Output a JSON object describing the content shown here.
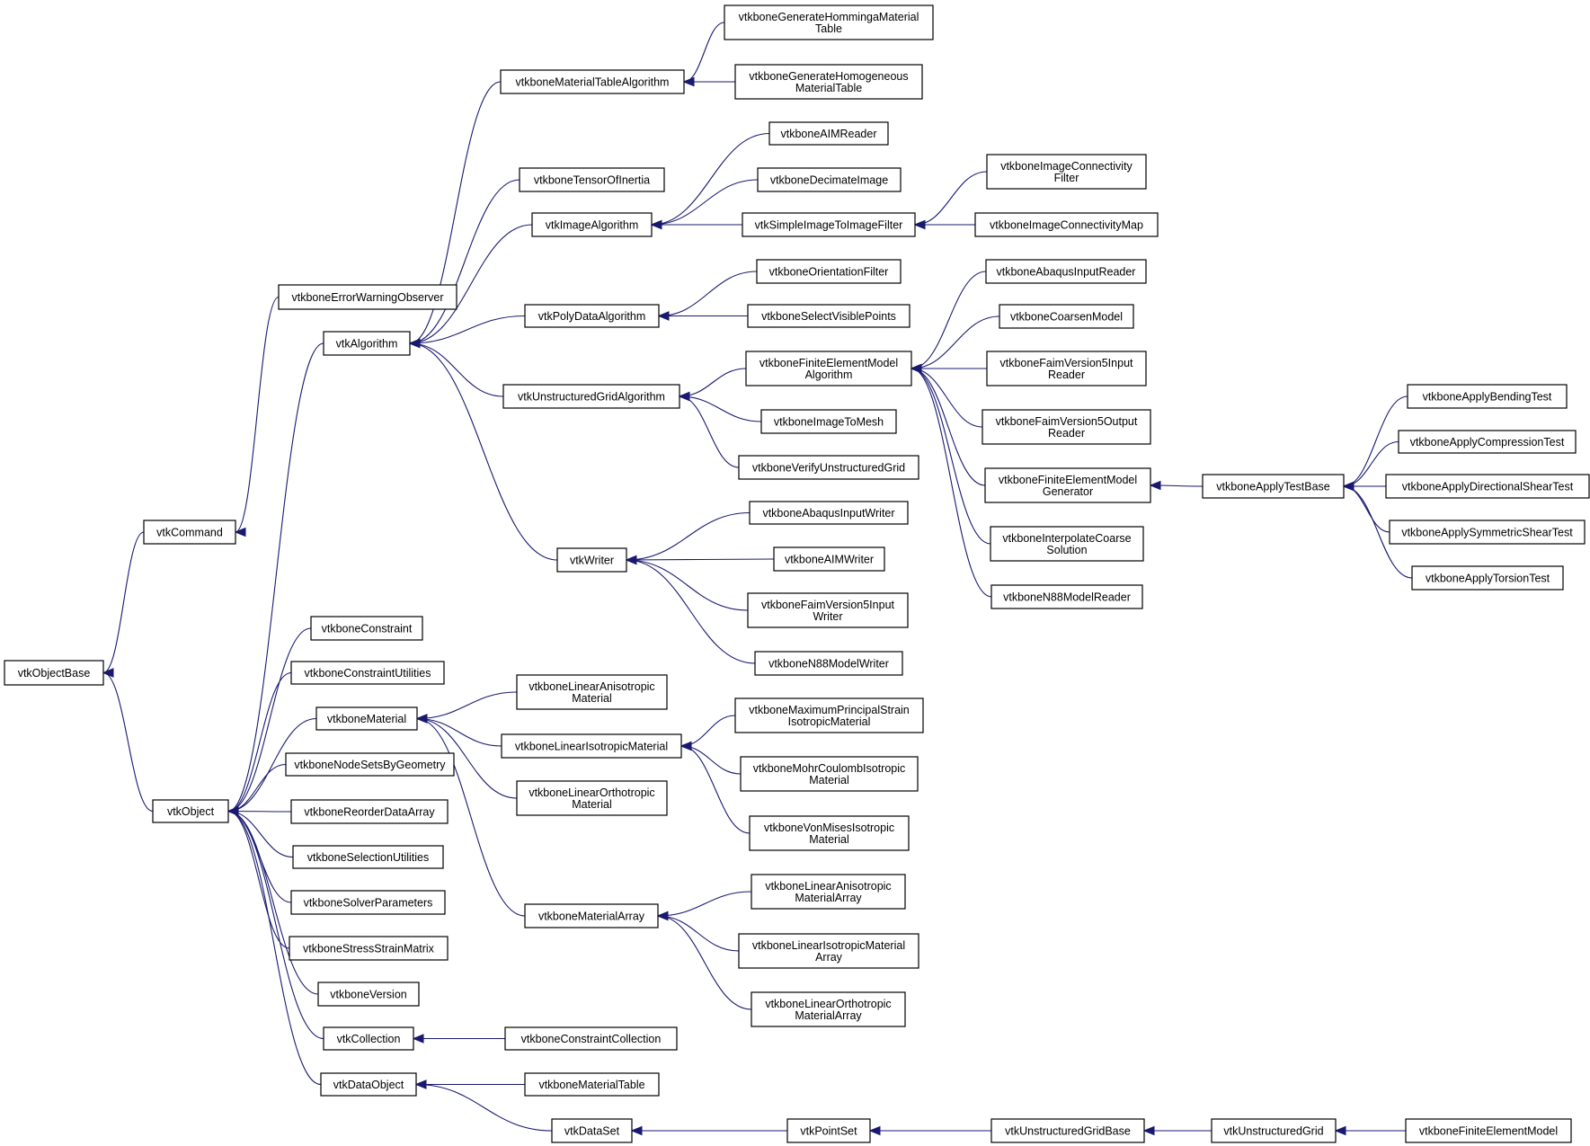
{
  "diagram": {
    "type": "class-inheritance-graph",
    "colors": {
      "edge": "#191970",
      "box_border": "#000000",
      "box_fill": "#ffffff",
      "text": "#000000",
      "background": "#ffffff"
    },
    "nodes": [
      {
        "id": "vtkObjectBase",
        "lines": [
          "vtkObjectBase"
        ]
      },
      {
        "id": "vtkCommand",
        "lines": [
          "vtkCommand"
        ]
      },
      {
        "id": "vtkObject",
        "lines": [
          "vtkObject"
        ]
      },
      {
        "id": "vtkboneErrorWarningObserver",
        "lines": [
          "vtkboneErrorWarningObserver"
        ]
      },
      {
        "id": "vtkAlgorithm",
        "lines": [
          "vtkAlgorithm"
        ]
      },
      {
        "id": "vtkboneConstraint",
        "lines": [
          "vtkboneConstraint"
        ]
      },
      {
        "id": "vtkboneConstraintUtilities",
        "lines": [
          "vtkboneConstraintUtilities"
        ]
      },
      {
        "id": "vtkboneMaterial",
        "lines": [
          "vtkboneMaterial"
        ]
      },
      {
        "id": "vtkboneNodeSetsByGeometry",
        "lines": [
          "vtkboneNodeSetsByGeometry"
        ]
      },
      {
        "id": "vtkboneReorderDataArray",
        "lines": [
          "vtkboneReorderDataArray"
        ]
      },
      {
        "id": "vtkboneSelectionUtilities",
        "lines": [
          "vtkboneSelectionUtilities"
        ]
      },
      {
        "id": "vtkboneSolverParameters",
        "lines": [
          "vtkboneSolverParameters"
        ]
      },
      {
        "id": "vtkboneStressStrainMatrix",
        "lines": [
          "vtkboneStressStrainMatrix"
        ]
      },
      {
        "id": "vtkboneVersion",
        "lines": [
          "vtkboneVersion"
        ]
      },
      {
        "id": "vtkCollection",
        "lines": [
          "vtkCollection"
        ]
      },
      {
        "id": "vtkDataObject",
        "lines": [
          "vtkDataObject"
        ]
      },
      {
        "id": "vtkboneMaterialTableAlgorithm",
        "lines": [
          "vtkboneMaterialTableAlgorithm"
        ]
      },
      {
        "id": "vtkboneTensorOfInertia",
        "lines": [
          "vtkboneTensorOfInertia"
        ]
      },
      {
        "id": "vtkImageAlgorithm",
        "lines": [
          "vtkImageAlgorithm"
        ]
      },
      {
        "id": "vtkPolyDataAlgorithm",
        "lines": [
          "vtkPolyDataAlgorithm"
        ]
      },
      {
        "id": "vtkUnstructuredGridAlgorithm",
        "lines": [
          "vtkUnstructuredGridAlgorithm"
        ]
      },
      {
        "id": "vtkWriter",
        "lines": [
          "vtkWriter"
        ]
      },
      {
        "id": "vtkboneLinearAnisotropicMaterial",
        "lines": [
          "vtkboneLinearAnisotropic",
          "Material"
        ]
      },
      {
        "id": "vtkboneLinearIsotropicMaterial",
        "lines": [
          "vtkboneLinearIsotropicMaterial"
        ]
      },
      {
        "id": "vtkboneLinearOrthotropicMaterial",
        "lines": [
          "vtkboneLinearOrthotropic",
          "Material"
        ]
      },
      {
        "id": "vtkboneMaterialArray",
        "lines": [
          "vtkboneMaterialArray"
        ]
      },
      {
        "id": "vtkboneConstraintCollection",
        "lines": [
          "vtkboneConstraintCollection"
        ]
      },
      {
        "id": "vtkboneMaterialTable",
        "lines": [
          "vtkboneMaterialTable"
        ]
      },
      {
        "id": "vtkDataSet",
        "lines": [
          "vtkDataSet"
        ]
      },
      {
        "id": "vtkboneGenerateHommingaMaterialTable",
        "lines": [
          "vtkboneGenerateHommingaMaterial",
          "Table"
        ]
      },
      {
        "id": "vtkboneGenerateHomogeneousMaterialTable",
        "lines": [
          "vtkboneGenerateHomogeneous",
          "MaterialTable"
        ]
      },
      {
        "id": "vtkboneAIMReader",
        "lines": [
          "vtkboneAIMReader"
        ]
      },
      {
        "id": "vtkboneDecimateImage",
        "lines": [
          "vtkboneDecimateImage"
        ]
      },
      {
        "id": "vtkSimpleImageToImageFilter",
        "lines": [
          "vtkSimpleImageToImageFilter"
        ]
      },
      {
        "id": "vtkboneOrientationFilter",
        "lines": [
          "vtkboneOrientationFilter"
        ]
      },
      {
        "id": "vtkboneSelectVisiblePoints",
        "lines": [
          "vtkboneSelectVisiblePoints"
        ]
      },
      {
        "id": "vtkboneFiniteElementModelAlgorithm",
        "lines": [
          "vtkboneFiniteElementModel",
          "Algorithm"
        ]
      },
      {
        "id": "vtkboneImageToMesh",
        "lines": [
          "vtkboneImageToMesh"
        ]
      },
      {
        "id": "vtkboneVerifyUnstructuredGrid",
        "lines": [
          "vtkboneVerifyUnstructuredGrid"
        ]
      },
      {
        "id": "vtkboneAbaqusInputWriter",
        "lines": [
          "vtkboneAbaqusInputWriter"
        ]
      },
      {
        "id": "vtkboneAIMWriter",
        "lines": [
          "vtkboneAIMWriter"
        ]
      },
      {
        "id": "vtkboneFaimVersion5InputWriter",
        "lines": [
          "vtkboneFaimVersion5Input",
          "Writer"
        ]
      },
      {
        "id": "vtkboneN88ModelWriter",
        "lines": [
          "vtkboneN88ModelWriter"
        ]
      },
      {
        "id": "vtkboneMaximumPrincipalStrainIsotropicMaterial",
        "lines": [
          "vtkboneMaximumPrincipalStrain",
          "IsotropicMaterial"
        ]
      },
      {
        "id": "vtkboneMohrCoulombIsotropicMaterial",
        "lines": [
          "vtkboneMohrCoulombIsotropic",
          "Material"
        ]
      },
      {
        "id": "vtkboneVonMisesIsotropicMaterial",
        "lines": [
          "vtkboneVonMisesIsotropic",
          "Material"
        ]
      },
      {
        "id": "vtkboneLinearAnisotropicMaterialArray",
        "lines": [
          "vtkboneLinearAnisotropic",
          "MaterialArray"
        ]
      },
      {
        "id": "vtkboneLinearIsotropicMaterialArray",
        "lines": [
          "vtkboneLinearIsotropicMaterial",
          "Array"
        ]
      },
      {
        "id": "vtkboneLinearOrthotropicMaterialArray",
        "lines": [
          "vtkboneLinearOrthotropic",
          "MaterialArray"
        ]
      },
      {
        "id": "vtkPointSet",
        "lines": [
          "vtkPointSet"
        ]
      },
      {
        "id": "vtkboneImageConnectivityFilter",
        "lines": [
          "vtkboneImageConnectivity",
          "Filter"
        ]
      },
      {
        "id": "vtkboneImageConnectivityMap",
        "lines": [
          "vtkboneImageConnectivityMap"
        ]
      },
      {
        "id": "vtkboneAbaqusInputReader",
        "lines": [
          "vtkboneAbaqusInputReader"
        ]
      },
      {
        "id": "vtkboneCoarsenModel",
        "lines": [
          "vtkboneCoarsenModel"
        ]
      },
      {
        "id": "vtkboneFaimVersion5InputReader",
        "lines": [
          "vtkboneFaimVersion5Input",
          "Reader"
        ]
      },
      {
        "id": "vtkboneFaimVersion5OutputReader",
        "lines": [
          "vtkboneFaimVersion5Output",
          "Reader"
        ]
      },
      {
        "id": "vtkboneFiniteElementModelGenerator",
        "lines": [
          "vtkboneFiniteElementModel",
          "Generator"
        ]
      },
      {
        "id": "vtkboneInterpolateCoarseSolution",
        "lines": [
          "vtkboneInterpolateCoarse",
          "Solution"
        ]
      },
      {
        "id": "vtkboneN88ModelReader",
        "lines": [
          "vtkboneN88ModelReader"
        ]
      },
      {
        "id": "vtkUnstructuredGridBase",
        "lines": [
          "vtkUnstructuredGridBase"
        ]
      },
      {
        "id": "vtkboneApplyTestBase",
        "lines": [
          "vtkboneApplyTestBase"
        ]
      },
      {
        "id": "vtkUnstructuredGrid",
        "lines": [
          "vtkUnstructuredGrid"
        ]
      },
      {
        "id": "vtkboneApplyBendingTest",
        "lines": [
          "vtkboneApplyBendingTest"
        ]
      },
      {
        "id": "vtkboneApplyCompressionTest",
        "lines": [
          "vtkboneApplyCompressionTest"
        ]
      },
      {
        "id": "vtkboneApplyDirectionalShearTest",
        "lines": [
          "vtkboneApplyDirectionalShearTest"
        ]
      },
      {
        "id": "vtkboneApplySymmetricShearTest",
        "lines": [
          "vtkboneApplySymmetricShearTest"
        ]
      },
      {
        "id": "vtkboneApplyTorsionTest",
        "lines": [
          "vtkboneApplyTorsionTest"
        ]
      },
      {
        "id": "vtkboneFiniteElementModel",
        "lines": [
          "vtkboneFiniteElementModel"
        ]
      }
    ],
    "edges": [
      [
        "vtkCommand",
        "vtkObjectBase"
      ],
      [
        "vtkObject",
        "vtkObjectBase"
      ],
      [
        "vtkboneErrorWarningObserver",
        "vtkCommand"
      ],
      [
        "vtkAlgorithm",
        "vtkObject"
      ],
      [
        "vtkboneConstraint",
        "vtkObject"
      ],
      [
        "vtkboneConstraintUtilities",
        "vtkObject"
      ],
      [
        "vtkboneMaterial",
        "vtkObject"
      ],
      [
        "vtkboneNodeSetsByGeometry",
        "vtkObject"
      ],
      [
        "vtkboneReorderDataArray",
        "vtkObject"
      ],
      [
        "vtkboneSelectionUtilities",
        "vtkObject"
      ],
      [
        "vtkboneSolverParameters",
        "vtkObject"
      ],
      [
        "vtkboneStressStrainMatrix",
        "vtkObject"
      ],
      [
        "vtkboneVersion",
        "vtkObject"
      ],
      [
        "vtkCollection",
        "vtkObject"
      ],
      [
        "vtkDataObject",
        "vtkObject"
      ],
      [
        "vtkboneMaterialTableAlgorithm",
        "vtkAlgorithm"
      ],
      [
        "vtkboneTensorOfInertia",
        "vtkAlgorithm"
      ],
      [
        "vtkImageAlgorithm",
        "vtkAlgorithm"
      ],
      [
        "vtkPolyDataAlgorithm",
        "vtkAlgorithm"
      ],
      [
        "vtkUnstructuredGridAlgorithm",
        "vtkAlgorithm"
      ],
      [
        "vtkWriter",
        "vtkAlgorithm"
      ],
      [
        "vtkboneLinearAnisotropicMaterial",
        "vtkboneMaterial"
      ],
      [
        "vtkboneLinearIsotropicMaterial",
        "vtkboneMaterial"
      ],
      [
        "vtkboneLinearOrthotropicMaterial",
        "vtkboneMaterial"
      ],
      [
        "vtkboneMaterialArray",
        "vtkboneMaterial"
      ],
      [
        "vtkboneConstraintCollection",
        "vtkCollection"
      ],
      [
        "vtkboneMaterialTable",
        "vtkDataObject"
      ],
      [
        "vtkDataSet",
        "vtkDataObject"
      ],
      [
        "vtkboneGenerateHommingaMaterialTable",
        "vtkboneMaterialTableAlgorithm"
      ],
      [
        "vtkboneGenerateHomogeneousMaterialTable",
        "vtkboneMaterialTableAlgorithm"
      ],
      [
        "vtkboneAIMReader",
        "vtkImageAlgorithm"
      ],
      [
        "vtkboneDecimateImage",
        "vtkImageAlgorithm"
      ],
      [
        "vtkSimpleImageToImageFilter",
        "vtkImageAlgorithm"
      ],
      [
        "vtkboneOrientationFilter",
        "vtkPolyDataAlgorithm"
      ],
      [
        "vtkboneSelectVisiblePoints",
        "vtkPolyDataAlgorithm"
      ],
      [
        "vtkboneFiniteElementModelAlgorithm",
        "vtkUnstructuredGridAlgorithm"
      ],
      [
        "vtkboneImageToMesh",
        "vtkUnstructuredGridAlgorithm"
      ],
      [
        "vtkboneVerifyUnstructuredGrid",
        "vtkUnstructuredGridAlgorithm"
      ],
      [
        "vtkboneAbaqusInputWriter",
        "vtkWriter"
      ],
      [
        "vtkboneAIMWriter",
        "vtkWriter"
      ],
      [
        "vtkboneFaimVersion5InputWriter",
        "vtkWriter"
      ],
      [
        "vtkboneN88ModelWriter",
        "vtkWriter"
      ],
      [
        "vtkboneMaximumPrincipalStrainIsotropicMaterial",
        "vtkboneLinearIsotropicMaterial"
      ],
      [
        "vtkboneMohrCoulombIsotropicMaterial",
        "vtkboneLinearIsotropicMaterial"
      ],
      [
        "vtkboneVonMisesIsotropicMaterial",
        "vtkboneLinearIsotropicMaterial"
      ],
      [
        "vtkboneLinearAnisotropicMaterialArray",
        "vtkboneMaterialArray"
      ],
      [
        "vtkboneLinearIsotropicMaterialArray",
        "vtkboneMaterialArray"
      ],
      [
        "vtkboneLinearOrthotropicMaterialArray",
        "vtkboneMaterialArray"
      ],
      [
        "vtkPointSet",
        "vtkDataSet"
      ],
      [
        "vtkboneImageConnectivityFilter",
        "vtkSimpleImageToImageFilter"
      ],
      [
        "vtkboneImageConnectivityMap",
        "vtkSimpleImageToImageFilter"
      ],
      [
        "vtkboneAbaqusInputReader",
        "vtkboneFiniteElementModelAlgorithm"
      ],
      [
        "vtkboneCoarsenModel",
        "vtkboneFiniteElementModelAlgorithm"
      ],
      [
        "vtkboneFaimVersion5InputReader",
        "vtkboneFiniteElementModelAlgorithm"
      ],
      [
        "vtkboneFaimVersion5OutputReader",
        "vtkboneFiniteElementModelAlgorithm"
      ],
      [
        "vtkboneFiniteElementModelGenerator",
        "vtkboneFiniteElementModelAlgorithm"
      ],
      [
        "vtkboneInterpolateCoarseSolution",
        "vtkboneFiniteElementModelAlgorithm"
      ],
      [
        "vtkboneN88ModelReader",
        "vtkboneFiniteElementModelAlgorithm"
      ],
      [
        "vtkUnstructuredGridBase",
        "vtkPointSet"
      ],
      [
        "vtkboneApplyTestBase",
        "vtkboneFiniteElementModelGenerator"
      ],
      [
        "vtkUnstructuredGrid",
        "vtkUnstructuredGridBase"
      ],
      [
        "vtkboneApplyBendingTest",
        "vtkboneApplyTestBase"
      ],
      [
        "vtkboneApplyCompressionTest",
        "vtkboneApplyTestBase"
      ],
      [
        "vtkboneApplyDirectionalShearTest",
        "vtkboneApplyTestBase"
      ],
      [
        "vtkboneApplySymmetricShearTest",
        "vtkboneApplyTestBase"
      ],
      [
        "vtkboneApplyTorsionTest",
        "vtkboneApplyTestBase"
      ],
      [
        "vtkboneFiniteElementModel",
        "vtkUnstructuredGrid"
      ]
    ]
  }
}
